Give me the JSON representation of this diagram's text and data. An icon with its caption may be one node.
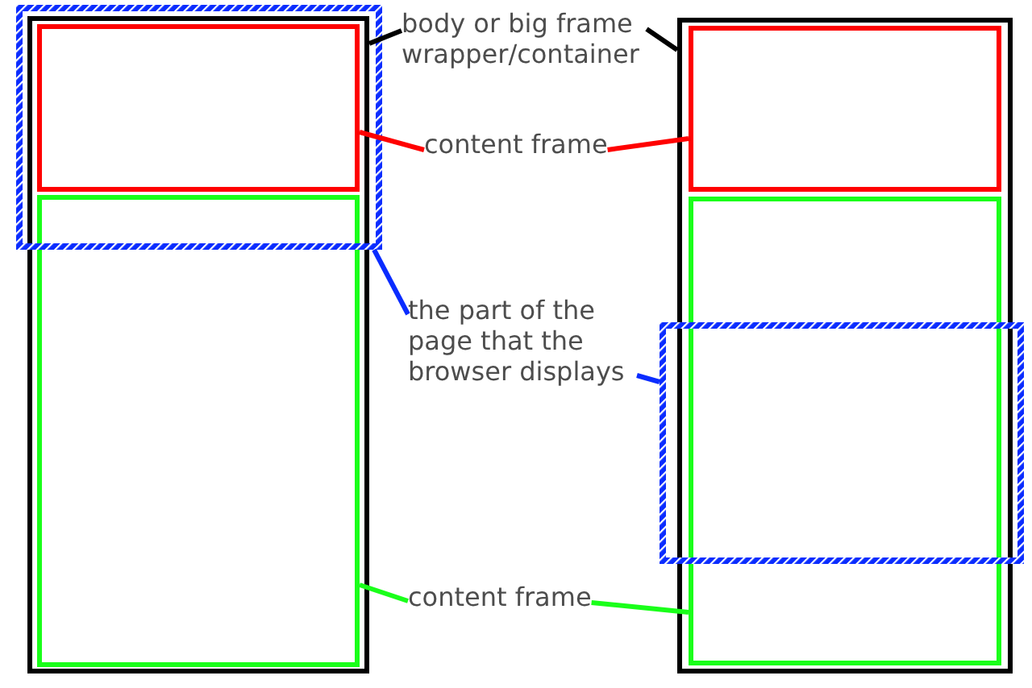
{
  "diagram": {
    "nodes": [
      {
        "text": [],
        "shape": "box"
      },
      {
        "text": [],
        "shape": "box",
        "in": 3
      },
      {
        "text": [],
        "shape": "box",
        "in": 0
      },
      {
        "text": [],
        "shape": "box"
      },
      {
        "text": [
          "body or big frame wrapper/container"
        ]
      },
      {
        "text": [
          "content frame"
        ]
      },
      {
        "text": [
          "the part of the page that the browser displays"
        ]
      },
      {
        "text": [
          "content frame"
        ]
      },
      {
        "text": [],
        "shape": "box"
      },
      {
        "text": [],
        "shape": "box",
        "in": 8
      },
      {
        "text": [],
        "shape": "box",
        "in": 8
      },
      {
        "text": [],
        "shape": "box"
      }
    ],
    "edges": [
      {
        "from": 4,
        "to": 0,
        "arrow": "none",
        "color": "#000000"
      },
      {
        "from": 4,
        "to": 8,
        "arrow": "none",
        "color": "#000000"
      },
      {
        "from": 5,
        "to": 1,
        "arrow": "none",
        "color": "#ff0000"
      },
      {
        "from": 5,
        "to": 9,
        "arrow": "none",
        "color": "#ff0000"
      },
      {
        "from": 6,
        "to": 3,
        "arrow": "none",
        "color": "#0a2cff"
      },
      {
        "from": 6,
        "to": 11,
        "arrow": "none",
        "color": "#0a2cff"
      },
      {
        "from": 7,
        "to": 2,
        "arrow": "none",
        "color": "#1aff1a"
      },
      {
        "from": 7,
        "to": 10,
        "arrow": "none",
        "color": "#1aff1a"
      }
    ]
  }
}
